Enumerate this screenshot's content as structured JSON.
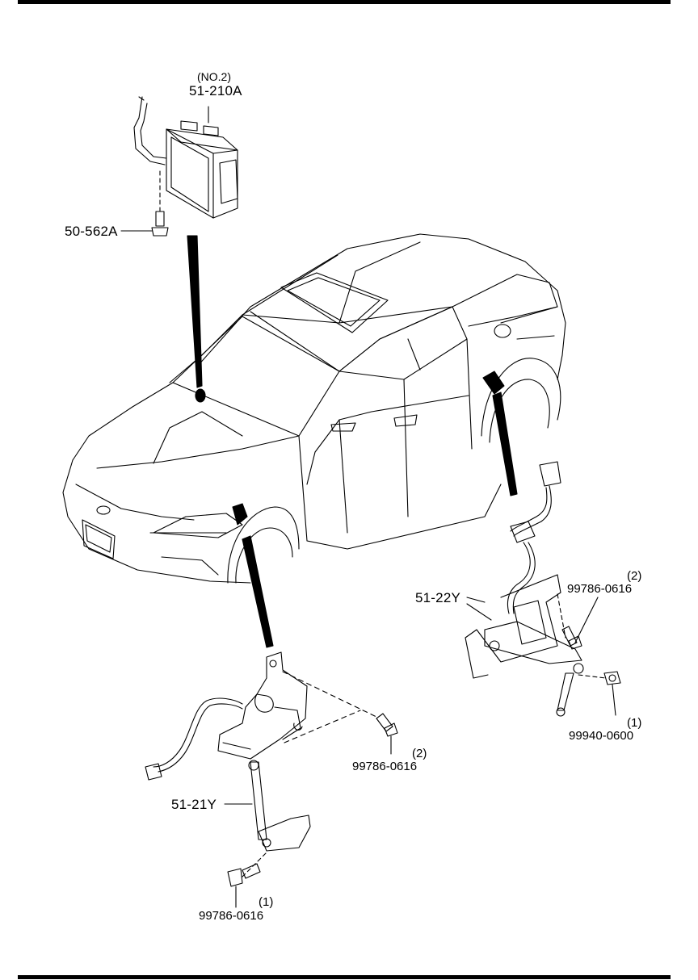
{
  "page": {
    "accent_color": "#000000",
    "background_color": "#ffffff"
  },
  "labels": {
    "control_unit_qualifier": "(NO.2)",
    "control_unit_part": "51-210A",
    "bolt_control_unit": "50-562A",
    "front_sensor": "51-21Y",
    "rear_sensor": "51-22Y",
    "bolt_front_upper": "99786-0616",
    "bolt_front_upper_qty": "(2)",
    "bolt_front_lower": "99786-0616",
    "bolt_front_lower_qty": "(1)",
    "bolt_rear_upper": "99786-0616",
    "bolt_rear_upper_qty": "(2)",
    "nut_rear_lower": "99940-0600",
    "nut_rear_lower_qty": "(1)"
  }
}
